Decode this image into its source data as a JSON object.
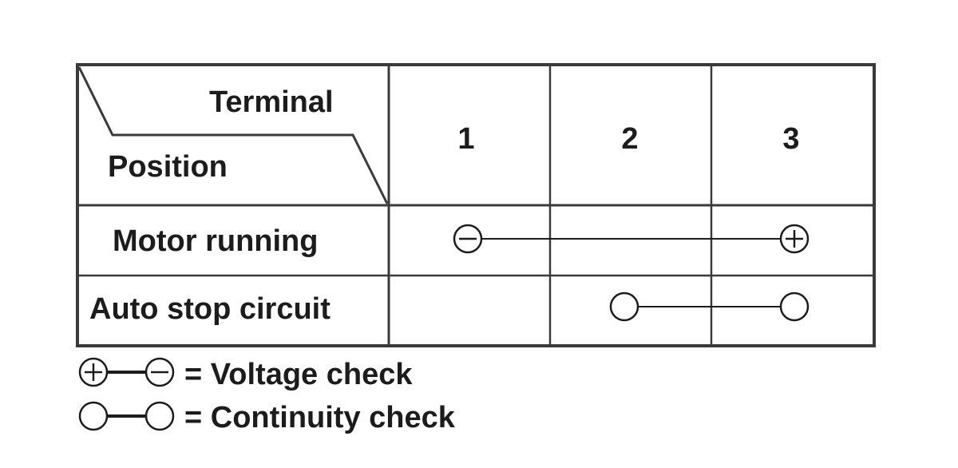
{
  "header": {
    "terminal_label": "Terminal",
    "position_label": "Position",
    "terminals": [
      "1",
      "2",
      "3"
    ]
  },
  "rows": [
    {
      "position": "Motor running",
      "connection": {
        "from_terminal": "1",
        "from_symbol": "minus",
        "to_terminal": "3",
        "to_symbol": "plus"
      }
    },
    {
      "position": "Auto stop circuit",
      "connection": {
        "from_terminal": "2",
        "from_symbol": "open-circle",
        "to_terminal": "3",
        "to_symbol": "open-circle"
      }
    }
  ],
  "legend": {
    "voltage_check": "= Voltage check",
    "continuity_check": "= Continuity check"
  },
  "colors": {
    "line": "#1c1c1c",
    "grid": "#3a3a3a",
    "background": "#ffffff"
  }
}
